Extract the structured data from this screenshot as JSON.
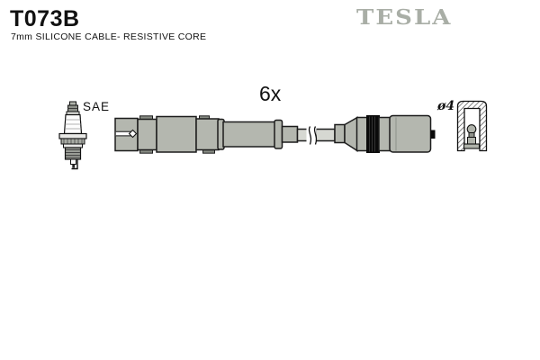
{
  "header": {
    "part_number": "T073B",
    "subtitle": "7mm SILICONE CABLE- RESISTIVE CORE"
  },
  "brand": {
    "name": "TESLA",
    "color": "#a9aea6"
  },
  "diagram": {
    "spark_plug_label": "SAE",
    "quantity_label": "6x",
    "terminal_diameter_label": "ø4",
    "colors": {
      "connector_gray": "#b4b7af",
      "tab_dark_gray": "#878b83",
      "cable_light_gray": "#d6d8d2",
      "band_black": "#0a0a0a",
      "outline_black": "#1c1c1c"
    }
  }
}
